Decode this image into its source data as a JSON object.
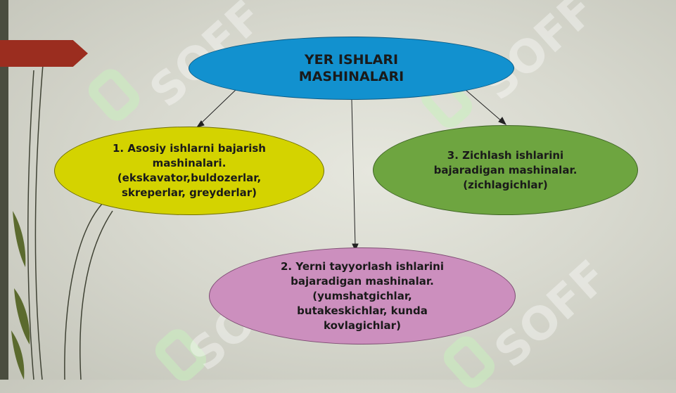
{
  "diagram": {
    "root": {
      "text": "YER ISHLARI\nMASHINALARI"
    },
    "children": [
      {
        "id": "left",
        "text": "1. Asosiy ishlarni bajarish\nmashinalari.\n(ekskavator,buldozerlar,\nskreperlar, greyderlar)"
      },
      {
        "id": "bottom",
        "text": "2. Yerni tayyorlash ishlarini\nbajaradigan mashinalar.\n(yumshatgichlar,\nbutakeskichlar, kunda\nkovlagichlar)"
      },
      {
        "id": "right",
        "text": "3. Zichlash ishlarini\nbajaradigan mashinalar.\n(zichlagichlar)"
      }
    ]
  },
  "watermark": "SOFF",
  "colors": {
    "root": "#1291cf",
    "left": "#d4d300",
    "right": "#6ea540",
    "bottom": "#cc8fbe",
    "accent": "#9b2d1f"
  }
}
